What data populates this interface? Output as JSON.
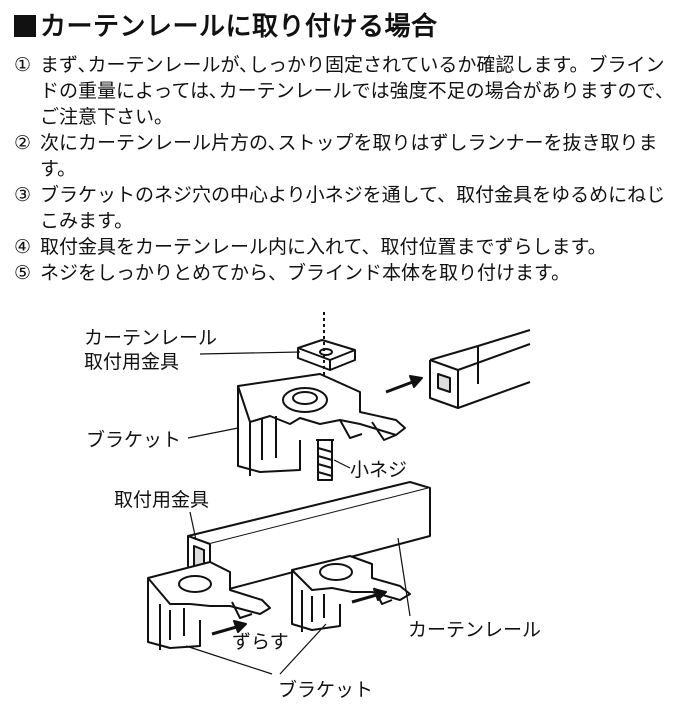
{
  "title": "カーテンレールに取り付ける場合",
  "steps": [
    {
      "num": "①",
      "text": "まず､カーテンレールが､しっかり固定されているか確認します。ブラインドの重量によっては､カーテンレールでは強度不足の場合がありますので、ご注意下さい。"
    },
    {
      "num": "②",
      "text": "次にカーテンレール片方の､ストップを取りはずしランナーを抜き取ります。"
    },
    {
      "num": "③",
      "text": "ブラケットのネジ穴の中心より小ネジを通して、取付金具をゆるめにねじこみます。"
    },
    {
      "num": "④",
      "text": "取付金具をカーテンレール内に入れて、取付位置までずらします。"
    },
    {
      "num": "⑤",
      "text": "ネジをしっかりとめてから、ブラインド本体を取り付けます。"
    }
  ],
  "figure": {
    "label_rail_bracket_line1": "カーテンレール",
    "label_rail_bracket_line2": "取付用金具",
    "label_bracket_top": "ブラケット",
    "label_small_screw": "小ネジ",
    "label_fitting": "取付用金具",
    "label_slide": "ずらす",
    "label_curtain_rail": "カーテンレール",
    "label_bracket_bottom": "ブラケット"
  }
}
